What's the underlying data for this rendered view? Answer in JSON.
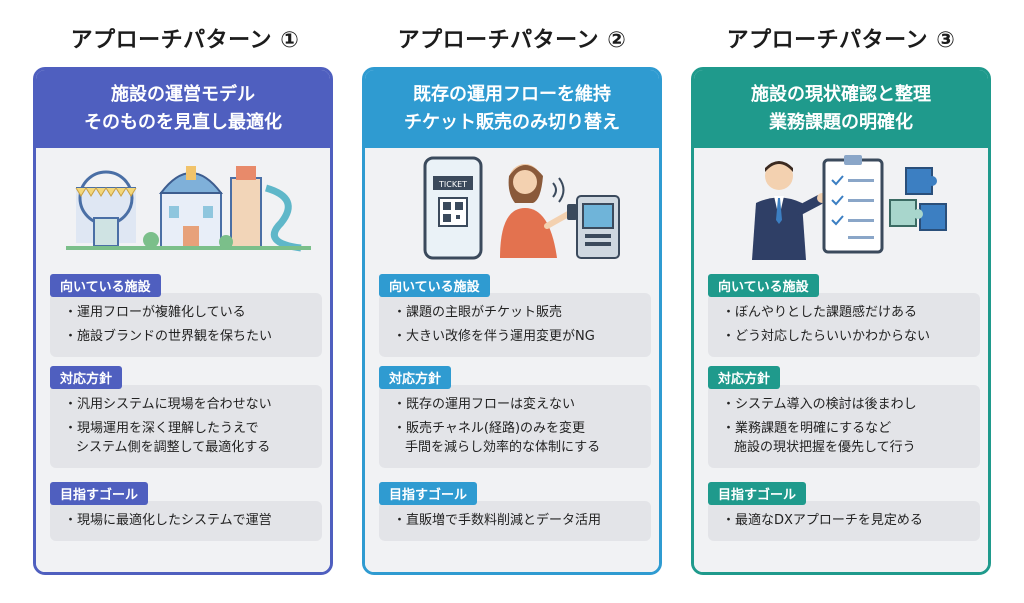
{
  "columns": [
    {
      "title": "アプローチパターン ①",
      "heading_line1": "施設の運営モデル",
      "heading_line2": "そのものを見直し最適化",
      "illustration": "amusement-park-icon",
      "sections": [
        {
          "tag": "向いている施設",
          "items": [
            "・運用フローが複雑化している",
            "・施設ブランドの世界観を保ちたい"
          ]
        },
        {
          "tag": "対応方針",
          "items": [
            "・汎用システムに現場を合わせない",
            "・現場運用を深く理解したうえで",
            "システム側を調整して最適化する"
          ]
        },
        {
          "tag": "目指すゴール",
          "items": [
            "・現場に最適化したシステムで運営"
          ]
        }
      ]
    },
    {
      "title": "アプローチパターン ②",
      "heading_line1": "既存の運用フローを維持",
      "heading_line2": "チケット販売のみ切り替え",
      "illustration": "ticket-kiosk-icon",
      "ticket_text": "TICKET",
      "sections": [
        {
          "tag": "向いている施設",
          "items": [
            "・課題の主眼がチケット販売",
            "・大きい改修を伴う運用変更がNG"
          ]
        },
        {
          "tag": "対応方針",
          "items": [
            "・既存の運用フローは変えない",
            "・販売チャネル(経路)のみを変更",
            "手間を減らし効率的な体制にする"
          ]
        },
        {
          "tag": "目指すゴール",
          "items": [
            "・直販増で手数料削減とデータ活用"
          ]
        }
      ]
    },
    {
      "title": "アプローチパターン ③",
      "heading_line1": "施設の現状確認と整理",
      "heading_line2": "業務課題の明確化",
      "illustration": "businessman-checklist-icon",
      "sections": [
        {
          "tag": "向いている施設",
          "items": [
            "・ぼんやりとした課題感だけある",
            "・どう対応したらいいかわからない"
          ]
        },
        {
          "tag": "対応方針",
          "items": [
            "・システム導入の検討は後まわし",
            "・業務課題を明確にするなど",
            "施設の現状把握を優先して行う"
          ]
        },
        {
          "tag": "目指すゴール",
          "items": [
            "・最適なDXアプローチを見定める"
          ]
        }
      ]
    }
  ],
  "colors": {
    "blue": "#4f5fbf",
    "cyan": "#2f9bd1",
    "teal": "#1f9a8c"
  }
}
